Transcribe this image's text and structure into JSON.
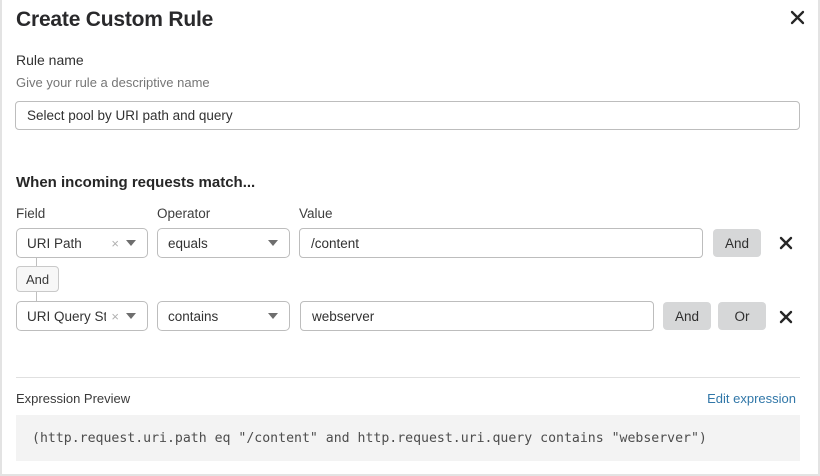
{
  "dialog": {
    "title": "Create Custom Rule",
    "close_icon": "close-icon"
  },
  "rule_name": {
    "label": "Rule name",
    "hint": "Give your rule a descriptive name",
    "value": "Select pool by URI path and query",
    "placeholder": "Rule name"
  },
  "conditions": {
    "heading": "When incoming requests match...",
    "columns": {
      "field": "Field",
      "operator": "Operator",
      "value": "Value"
    },
    "connector_label": "And",
    "rows": [
      {
        "field": "URI Path",
        "clear_icon": "×",
        "operator": "equals",
        "value": "/content",
        "buttons": [
          "And"
        ],
        "delete_icon": "close-icon"
      },
      {
        "field": "URI Query St...",
        "clear_icon": "×",
        "operator": "contains",
        "value": "webserver",
        "buttons": [
          "And",
          "Or"
        ],
        "delete_icon": "close-icon"
      }
    ]
  },
  "expression": {
    "label": "Expression Preview",
    "edit_link": "Edit expression",
    "text": "(http.request.uri.path eq \"/content\" and http.request.uri.query contains \"webserver\")"
  },
  "colors": {
    "link": "#3177a8",
    "chip": "#d6d7d8",
    "border": "#bdbdbd",
    "expr_bg": "#f3f3f3"
  }
}
